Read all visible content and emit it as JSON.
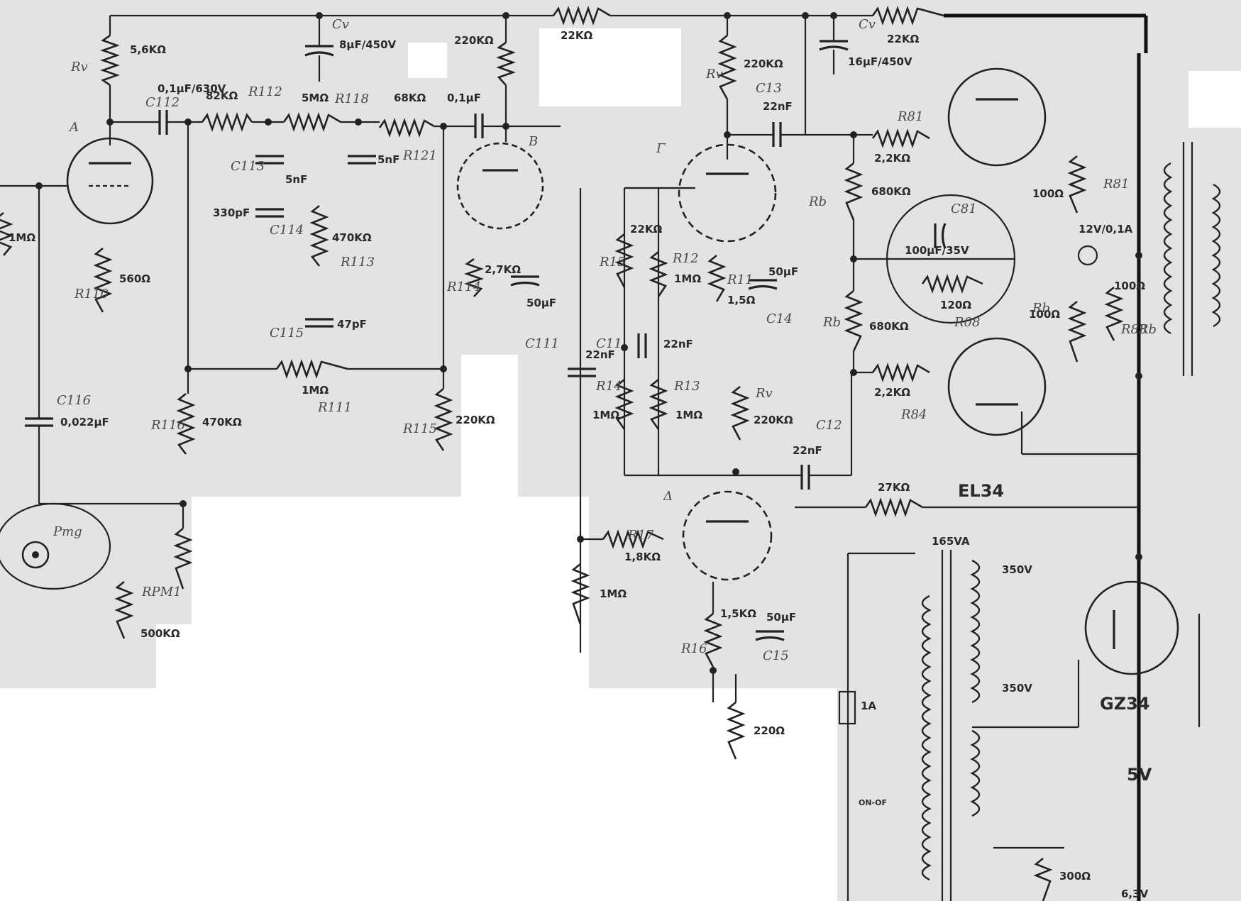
{
  "colors": {
    "paper": "#e3e3e3",
    "ink": "#222222",
    "pencil": "#555555"
  },
  "labels": {
    "r_5k6": "5,6KΩ",
    "r_82k": "82KΩ",
    "r_5m": "5MΩ",
    "r_68k": "68KΩ",
    "r_220k_b": "220KΩ",
    "r_22k_top": "22KΩ",
    "r_220k_g": "220KΩ",
    "r_22k_right": "22KΩ",
    "c_8uf": "8μF/450V",
    "c_16uf": "16μF/450V",
    "c_01uf": "0,1μF/630V",
    "c_01_b": "0,1μF",
    "c_22nf_g": "22nF",
    "c_5nf_a": "5nF",
    "c_5nf_b": "5nF",
    "c_330pf": "330pF",
    "r_470k_mid": "470KΩ",
    "c_47pf": "47pF",
    "r_1m_mid": "1MΩ",
    "r_470k_low": "470KΩ",
    "r_220k_low": "220KΩ",
    "r_560": "560Ω",
    "r_1m_left": "1MΩ",
    "c_0022": "0,022μF",
    "r_27k": "2,7KΩ",
    "c_50uf_b": "50μF",
    "r_22k_g": "22KΩ",
    "r_1m_g": "1MΩ",
    "r_15_g": "1,5Ω",
    "c_50uf_g": "50μF",
    "c_22nf_mid": "22nF",
    "c_22nf_k": "22nF",
    "r_1m_k": "1MΩ",
    "r_1m_k2": "1MΩ",
    "r_220k_d": "220KΩ",
    "c_22nf_d": "22nF",
    "r_22k_p1": "2,2KΩ",
    "r_680k_a": "680KΩ",
    "r_680k_b": "680KΩ",
    "r_22k_p2": "2,2KΩ",
    "c_100uf": "100μF/35V",
    "r_120": "120Ω",
    "r_100_a": "100Ω",
    "r_100_b": "100Ω",
    "lamp": "12V/0,1A",
    "r_100_c": "100Ω",
    "r_27k_fb": "27KΩ",
    "tube_el34": "EL34",
    "r_18k": "1,8KΩ",
    "r_1m_d": "1MΩ",
    "r_15k": "1,5KΩ",
    "c_50uf_d": "50μF",
    "r_220_d": "220Ω",
    "tr_165": "165VA",
    "v_350a": "350V",
    "v_350b": "350V",
    "tube_gz34": "GZ34",
    "v_5": "5V",
    "fuse": "1A",
    "switch": "ON-OF",
    "r_300": "300Ω",
    "v_63": "6,3V",
    "pot_500k": "500KΩ"
  },
  "handwritten": {
    "rv_a": "Rv",
    "ca": "Cv",
    "ca2": "Cv",
    "a": "A",
    "b": "B",
    "g": "Γ",
    "d": "Δ",
    "r112": "R112",
    "r118": "R118",
    "r121": "R121",
    "r113": "R113",
    "r111": "R111",
    "c112": "C112",
    "c113": "C113",
    "c114": "C114",
    "c115": "C115",
    "c116": "C116",
    "c111": "C111",
    "r114": "R114",
    "r116": "R116",
    "r115": "R115",
    "r110": "R110",
    "r11": "R11",
    "r12": "R12",
    "r13": "R13",
    "r14": "R14",
    "c11": "C11",
    "c13": "C13",
    "c14": "C14",
    "c12": "C12",
    "c15": "C15",
    "r15": "R15",
    "r16": "R16",
    "r17": "R17",
    "rb": "Rb",
    "rb2": "Rb",
    "r81": "R81",
    "r81b": "R81",
    "c81": "C81",
    "r08": "R08",
    "r84": "R84",
    "rb3": "Rb",
    "rb4": "Rb",
    "r83": "R83",
    "rv2": "Rv",
    "rv3": "Rv",
    "pmg": "Pmg",
    "rpm": "RPM1"
  }
}
